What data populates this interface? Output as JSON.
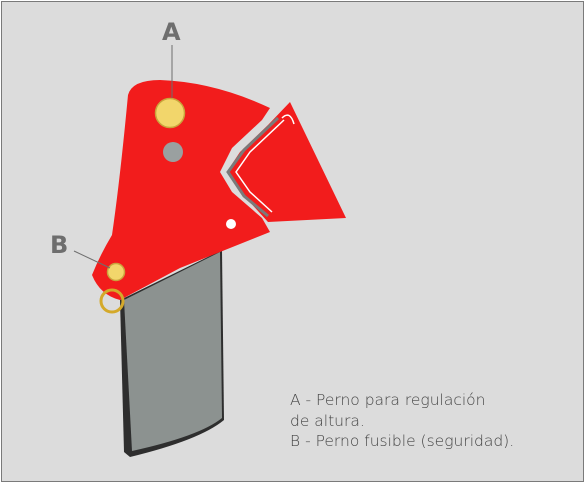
{
  "callouts": {
    "a": {
      "letter": "A"
    },
    "b": {
      "letter": "B"
    }
  },
  "legend": {
    "lines": [
      "A - Perno para regulación",
      "de altura.",
      "B - Perno fusible (seguridad)."
    ]
  },
  "colors": {
    "background": "#dcdcdc",
    "bracket": "#f21c1c",
    "pin": "#f2d66b",
    "blade": "#8c9290",
    "label": "#6e6e6e"
  }
}
